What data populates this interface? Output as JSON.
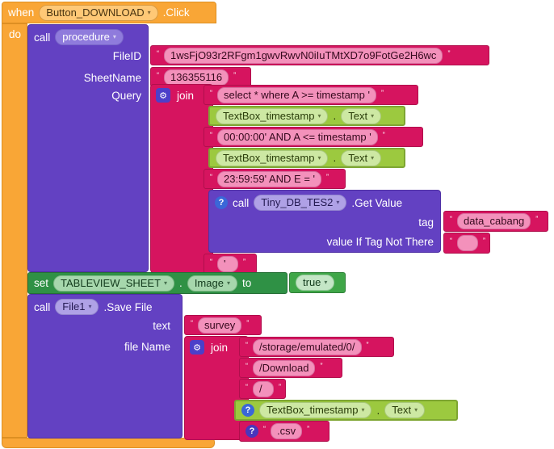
{
  "icons": {
    "dropdown": "▾",
    "gear": "⚙",
    "question": "?",
    "quote_open": "“",
    "quote_close": "”"
  },
  "when_block": {
    "keyword": "when",
    "component": "Button_DOWNLOAD",
    "event": ".Click",
    "do_label": "do"
  },
  "procedure_call": {
    "keyword": "call",
    "name": "procedure",
    "params": {
      "fileid": "FileID",
      "sheetname": "SheetName",
      "query": "Query"
    }
  },
  "values": {
    "fileid": "1wsFjO93r2RFgm1gwvRwvN0iIuTMtXD7o9FotGe2H6wc",
    "sheetname": "136355116"
  },
  "query_join": {
    "label": "join",
    "select": "select * where A >= timestamp '",
    "time_start": "00:00:00' AND A <= timestamp '",
    "time_end": "23:59:59' AND E = '",
    "closing_quote": "'"
  },
  "textbox_getter": {
    "component": "TextBox_timestamp",
    "separator": ".",
    "property": "Text"
  },
  "tinydb_call": {
    "keyword": "call",
    "component": "Tiny_DB_TES2",
    "method": ".Get Value",
    "tag_label": "tag",
    "tag_value": "data_cabang",
    "not_there_label": "value If Tag Not There",
    "not_there_value": ""
  },
  "set_block": {
    "keyword": "set",
    "component": "TABLEVIEW_SHEET",
    "separator": ".",
    "property": "Image",
    "to_label": "to",
    "value": "true"
  },
  "file_call": {
    "keyword": "call",
    "component": "File1",
    "method": ".Save File",
    "params": {
      "text": "text",
      "filename": "file Name"
    }
  },
  "file_values": {
    "text": "survey"
  },
  "filename_join": {
    "label": "join",
    "path_root": "/storage/emulated/0/",
    "path_download": "/Download",
    "path_slash": "/",
    "extension": ".csv"
  }
}
